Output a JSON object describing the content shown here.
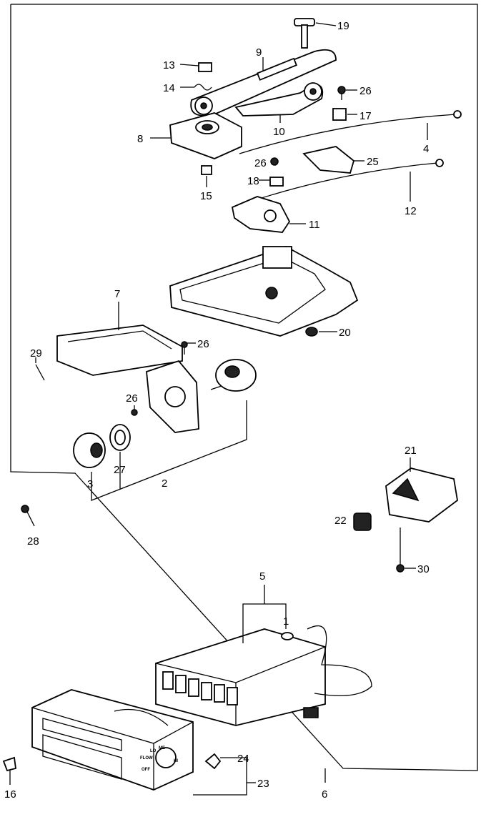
{
  "diagram": {
    "callouts": {
      "c19": "19",
      "c9": "9",
      "c13": "13",
      "c14": "14",
      "c26a": "26",
      "c17": "17",
      "c10": "10",
      "c8": "8",
      "c4": "4",
      "c26b": "26",
      "c25": "25",
      "c15": "15",
      "c18": "18",
      "c12": "12",
      "c11": "11",
      "c7": "7",
      "c20": "20",
      "c26c": "26",
      "c29": "29",
      "c26d": "26",
      "c21": "21",
      "c27": "27",
      "c3": "3",
      "c2": "2",
      "c22": "22",
      "c28": "28",
      "c30": "30",
      "c5": "5",
      "c1": "1",
      "c24": "24",
      "c23": "23",
      "c6": "6",
      "c16": "16"
    },
    "panel_labels": {
      "lo": "LO",
      "me": "ME",
      "hi": "HI",
      "flow": "FLOW",
      "off": "OFF"
    }
  }
}
